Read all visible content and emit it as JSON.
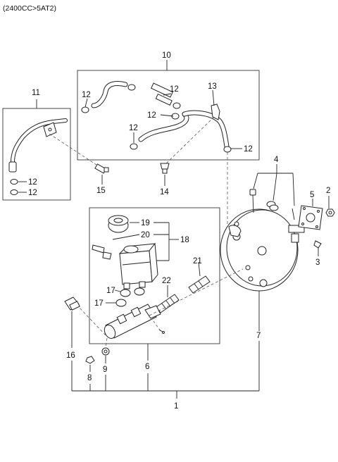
{
  "header": {
    "variant": "(2400CC>5AT2)"
  },
  "callouts": {
    "c1": "1",
    "c2": "2",
    "c3": "3",
    "c4": "4",
    "c5": "5",
    "c6": "6",
    "c7": "7",
    "c8": "8",
    "c9": "9",
    "c10": "10",
    "c11": "11",
    "c13": "13",
    "c14": "14",
    "c15": "15",
    "c16": "16",
    "c17a": "17",
    "c17b": "17",
    "c18": "18",
    "c19": "19",
    "c20": "20",
    "c21": "21",
    "c22": "22",
    "c12a": "12",
    "c12b": "12",
    "c12c": "12",
    "c12d": "12",
    "c12e": "12",
    "c12f": "12",
    "c12g": "12"
  },
  "parts": [
    {
      "id": "brake-booster",
      "ref": "7"
    },
    {
      "id": "master-cylinder",
      "ref": "6"
    },
    {
      "id": "reservoir",
      "ref": "18"
    },
    {
      "id": "vacuum-hose-assembly",
      "ref": "10"
    },
    {
      "id": "vacuum-pipe",
      "ref": "11"
    }
  ]
}
